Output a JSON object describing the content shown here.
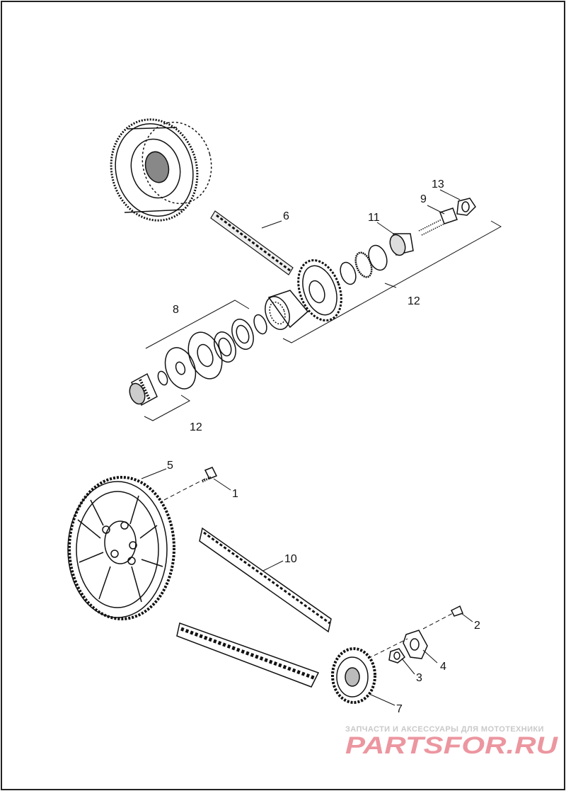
{
  "diagram": {
    "callouts": [
      {
        "id": "c1",
        "label": "1"
      },
      {
        "id": "c2",
        "label": "2"
      },
      {
        "id": "c3",
        "label": "3"
      },
      {
        "id": "c4",
        "label": "4"
      },
      {
        "id": "c5",
        "label": "5"
      },
      {
        "id": "c6",
        "label": "6"
      },
      {
        "id": "c7",
        "label": "7"
      },
      {
        "id": "c8",
        "label": "8"
      },
      {
        "id": "c9",
        "label": "9"
      },
      {
        "id": "c10",
        "label": "10"
      },
      {
        "id": "c11",
        "label": "11"
      },
      {
        "id": "c12a",
        "label": "12"
      },
      {
        "id": "c12b",
        "label": "12"
      },
      {
        "id": "c13",
        "label": "13"
      }
    ]
  },
  "watermark": {
    "caption": "ЗАПЧАСТИ И АКСЕССУАРЫ ДЛЯ МОТОТЕХНИКИ",
    "logo_text": "PARTSFOR.RU",
    "logo_color": "#e05060"
  },
  "colors": {
    "line": "#111111",
    "frame": "#222222"
  }
}
